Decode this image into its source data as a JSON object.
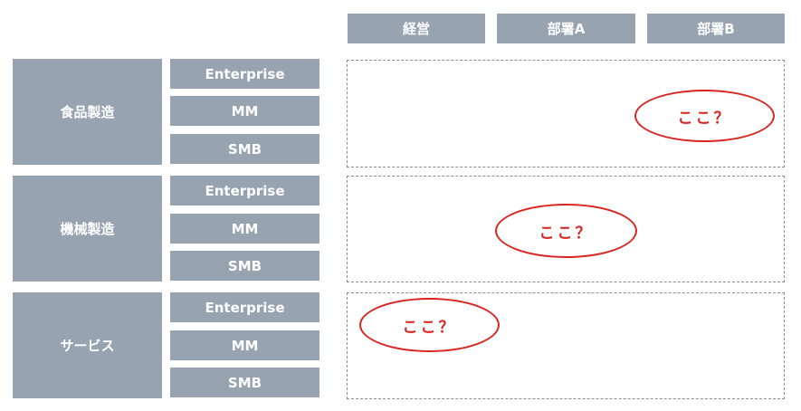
{
  "columns": [
    "経営",
    "部署A",
    "部署B"
  ],
  "segments": [
    {
      "industry": "食品製造",
      "sizes": [
        "Enterprise",
        "MM",
        "SMB"
      ],
      "note": "ここ？"
    },
    {
      "industry": "機械製造",
      "sizes": [
        "Enterprise",
        "MM",
        "SMB"
      ],
      "note": "ここ？"
    },
    {
      "industry": "サービス",
      "sizes": [
        "Enterprise",
        "MM",
        "SMB"
      ],
      "note": "ここ？"
    }
  ],
  "colors": {
    "box_fill": "#97a3b1",
    "box_text": "#ffffff",
    "bubble_accent": "#d9241f",
    "dashed_border": "#8d8d8d"
  }
}
